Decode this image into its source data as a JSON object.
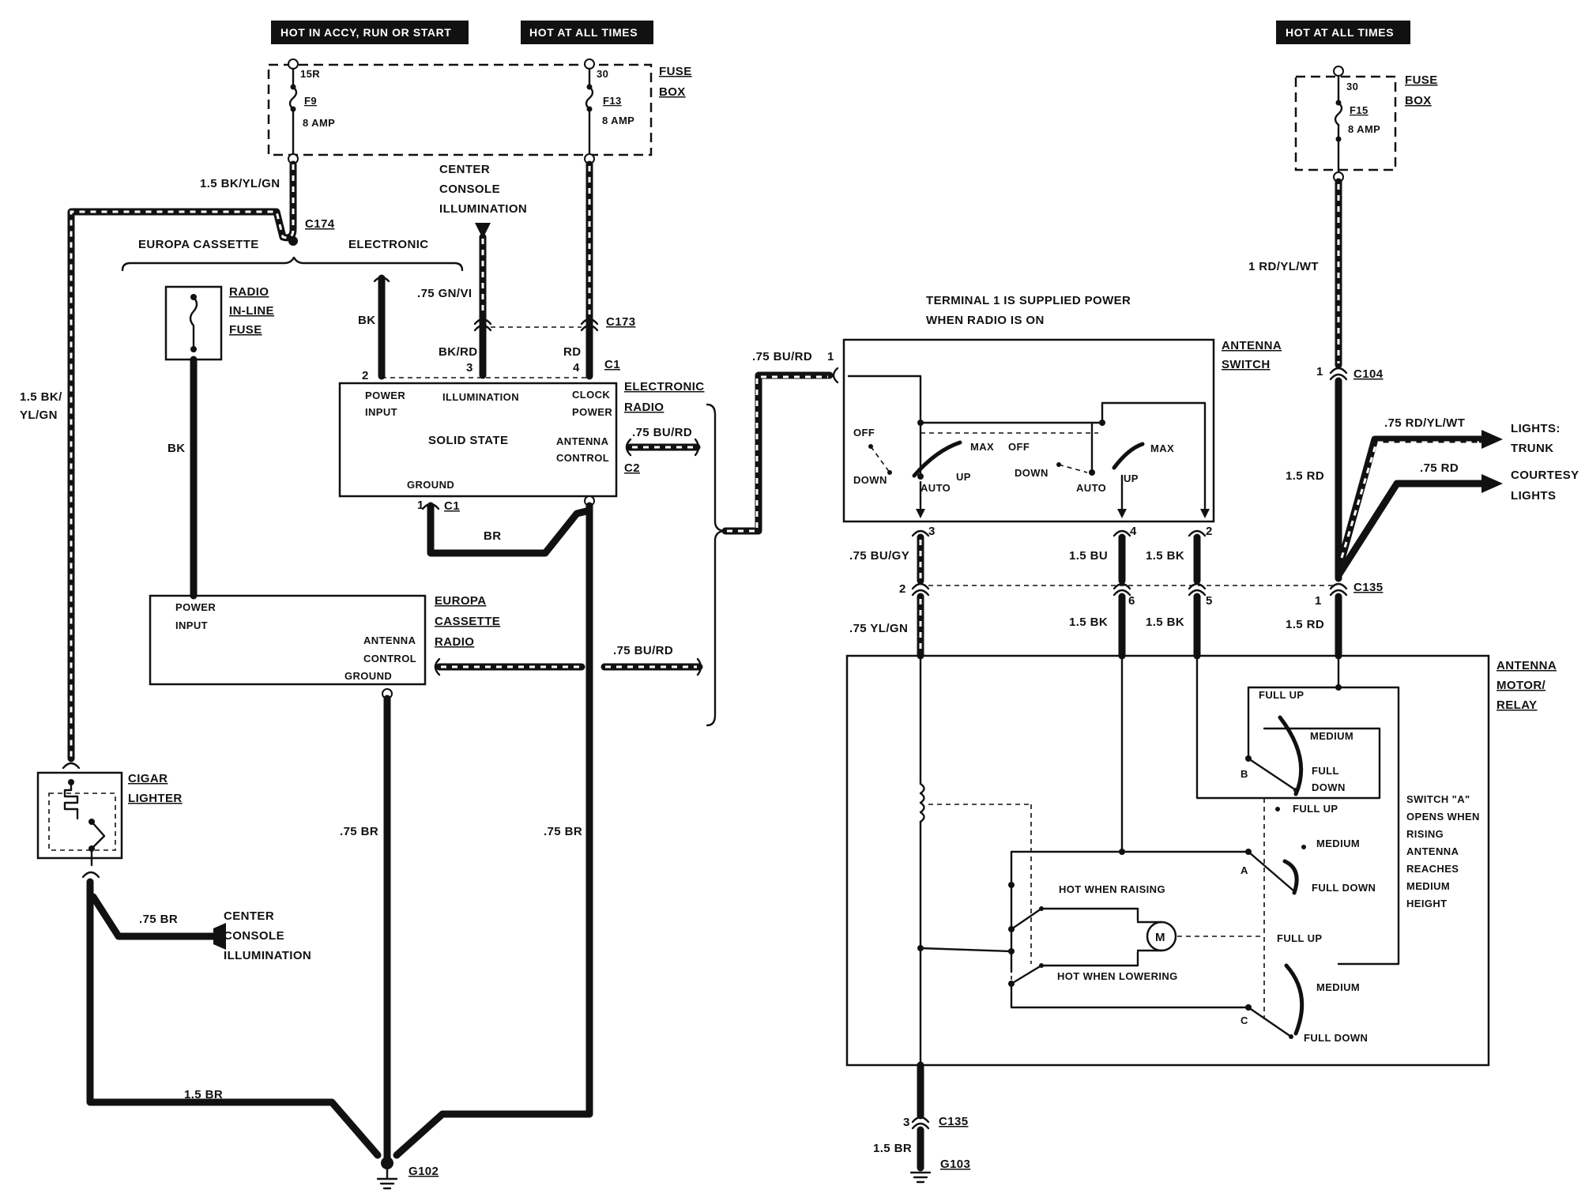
{
  "headers": {
    "hot_accy": "HOT IN ACCY, RUN OR START",
    "hot_all_1": "HOT AT ALL TIMES",
    "hot_all_2": "HOT AT ALL TIMES"
  },
  "fuse_box_left": {
    "label_1": "FUSE",
    "label_2": "BOX",
    "f9_term": "15R",
    "f9_name": "F9",
    "f9_amp": "8 AMP",
    "f13_term": "30",
    "f13_name": "F13",
    "f13_amp": "8 AMP"
  },
  "fuse_box_right": {
    "label_1": "FUSE",
    "label_2": "BOX",
    "term": "30",
    "name": "F15",
    "amp": "8 AMP"
  },
  "wires": {
    "bk_yl_gn_top": "1.5 BK/YL/GN",
    "bk_yl_gn_side_1": "1.5 BK/",
    "bk_yl_gn_side_2": "YL/GN",
    "gn_vi": ".75 GN/VI",
    "bk": "BK",
    "bk_left": "BK",
    "bk_rd": "BK/RD",
    "rd": "RD",
    "br_mid": "BR",
    "bu_rd_c2": ".75 BU/RD",
    "bu_rd_europa": ".75 BU/RD",
    "bu_rd_antenna": ".75 BU/RD",
    "br_75_a": ".75 BR",
    "br_75_b": ".75 BR",
    "br_75_c": ".75 BR",
    "br_15": "1.5 BR",
    "rd_yl_wt": "1 RD/YL/WT",
    "rd_yl_wt_75": ".75 RD/YL/WT",
    "rd_75": ".75 RD",
    "rd_15_a": "1.5 RD",
    "rd_15_b": "1.5 RD",
    "bu_gy": ".75 BU/GY",
    "yl_gn": ".75 YL/GN",
    "bu_15": "1.5 BU",
    "bk_15_a": "1.5 BK",
    "bk_15_b": "1.5 BK",
    "bk_15_c": "1.5 BK",
    "br_15_g103": "1.5 BR"
  },
  "connectors": {
    "c174": "C174",
    "c173": "C173",
    "c1_top": "C1",
    "c1_bottom": "C1",
    "c2": "C2",
    "c104": "C104",
    "c135_mid": "C135",
    "c135_bottom": "C135",
    "g102": "G102",
    "g103": "G103"
  },
  "pins": {
    "p2": "2",
    "p3": "3",
    "p4": "4",
    "p1": "1",
    "as1": "1",
    "as3": "3",
    "as4": "4",
    "as2": "2",
    "c135_2": "2",
    "c135_6": "6",
    "c135_5": "5",
    "c135_1": "1",
    "c104_1": "1",
    "c135b_3": "3"
  },
  "europa_electronic": {
    "europa": "EUROPA CASSETTE",
    "electronic": "ELECTRONIC"
  },
  "center_console_top": [
    "CENTER",
    "CONSOLE",
    "ILLUMINATION"
  ],
  "center_console_bottom": [
    "CENTER",
    "CONSOLE",
    "ILLUMINATION"
  ],
  "radio_fuse": [
    "RADIO",
    "IN-LINE",
    "FUSE"
  ],
  "electronic_radio": {
    "title_1": "ELECTRONIC",
    "title_2": "RADIO",
    "power_1": "POWER",
    "power_2": "INPUT",
    "illumination": "ILLUMINATION",
    "clock_1": "CLOCK",
    "clock_2": "POWER",
    "solid_state": "SOLID STATE",
    "antenna_1": "ANTENNA",
    "antenna_2": "CONTROL",
    "ground": "GROUND"
  },
  "europa_radio": {
    "title": [
      "EUROPA",
      "CASSETTE",
      "RADIO"
    ],
    "power_1": "POWER",
    "power_2": "INPUT",
    "antenna_1": "ANTENNA",
    "antenna_2": "CONTROL",
    "ground": "GROUND"
  },
  "cigar": [
    "CIGAR",
    "LIGHTER"
  ],
  "terminal_note": [
    "TERMINAL 1 IS SUPPLIED POWER",
    "WHEN RADIO IS ON"
  ],
  "antenna_switch": {
    "title_1": "ANTENNA",
    "title_2": "SWITCH",
    "off": "OFF",
    "down": "DOWN",
    "max": "MAX",
    "auto": "AUTO",
    "up": "UP",
    "off2": "OFF",
    "down2": "DOWN",
    "max2": "MAX",
    "auto2": "AUTO",
    "up2": "UP"
  },
  "lights": {
    "trunk_1": "LIGHTS:",
    "trunk_2": "TRUNK",
    "courtesy_1": "COURTESY",
    "courtesy_2": "LIGHTS"
  },
  "antenna_motor": {
    "title": [
      "ANTENNA",
      "MOTOR/",
      "RELAY"
    ],
    "full_up_1": "FULL UP",
    "medium_1": "MEDIUM",
    "full_down_1a": "FULL",
    "full_down_1b": "DOWN",
    "b": "B",
    "full_up_2": "FULL UP",
    "medium_2": "MEDIUM",
    "full_down_2": "FULL DOWN",
    "a": "A",
    "hot_raising": "HOT WHEN RAISING",
    "hot_lowering": "HOT WHEN  LOWERING",
    "motor": "M",
    "full_up_3": "FULL UP",
    "medium_3": "MEDIUM",
    "full_down_3": "FULL DOWN",
    "c": "C",
    "note": [
      "SWITCH \"A\"",
      "OPENS WHEN",
      "RISING",
      "ANTENNA",
      "REACHES",
      "MEDIUM",
      "HEIGHT"
    ]
  }
}
